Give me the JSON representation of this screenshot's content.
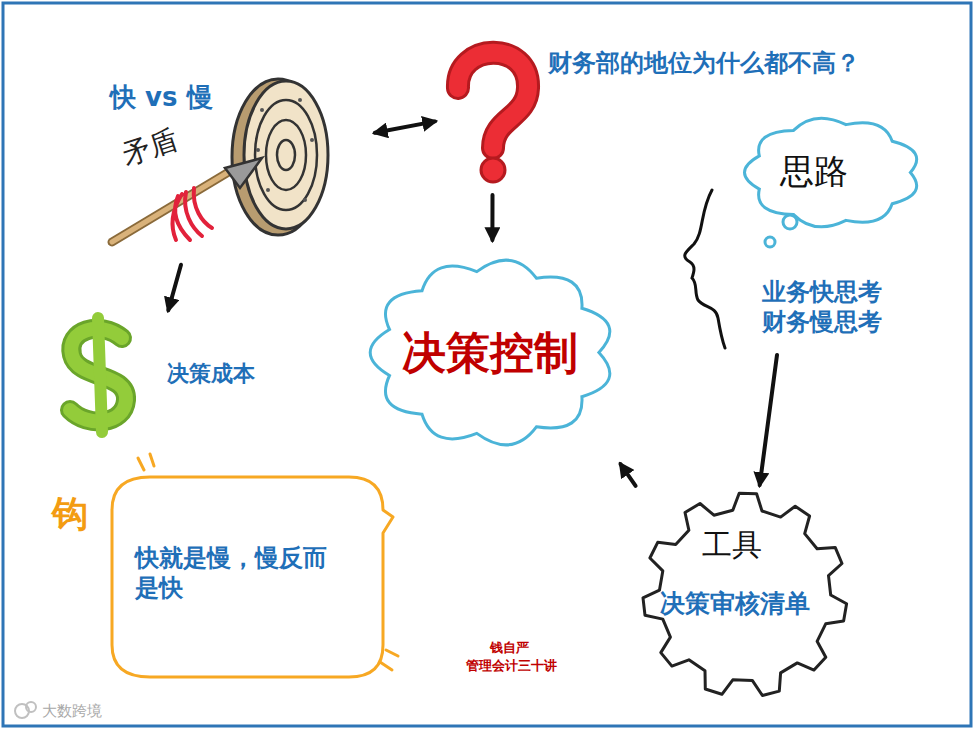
{
  "diagram": {
    "nodes": [
      {
        "text": [
          "快 vs 慢",
          "矛盾"
        ]
      },
      {
        "text": [
          "财务部的地位为什么都不高？"
        ]
      },
      {
        "text": [
          "思路",
          "业务快思考 财务慢思考"
        ]
      },
      {
        "text": [
          "决策成本"
        ]
      },
      {
        "text": [
          "决策控制"
        ]
      },
      {
        "text": [
          "钩",
          "快就是慢，慢反而是快"
        ]
      },
      {
        "text": [
          "工具",
          "决策审核清单"
        ]
      }
    ],
    "edges": [
      {
        "from": 0,
        "to": 1,
        "arrow": "both"
      },
      {
        "from": 1,
        "to": 4,
        "arrow": "to"
      },
      {
        "from": 0,
        "to": 3,
        "arrow": "to"
      },
      {
        "from": 2,
        "to": 6,
        "arrow": "to"
      },
      {
        "from": 6,
        "to": 4,
        "arrow": "to"
      }
    ],
    "labels": [
      "钱自严",
      "管理会计三十讲",
      "大数跨境"
    ]
  }
}
